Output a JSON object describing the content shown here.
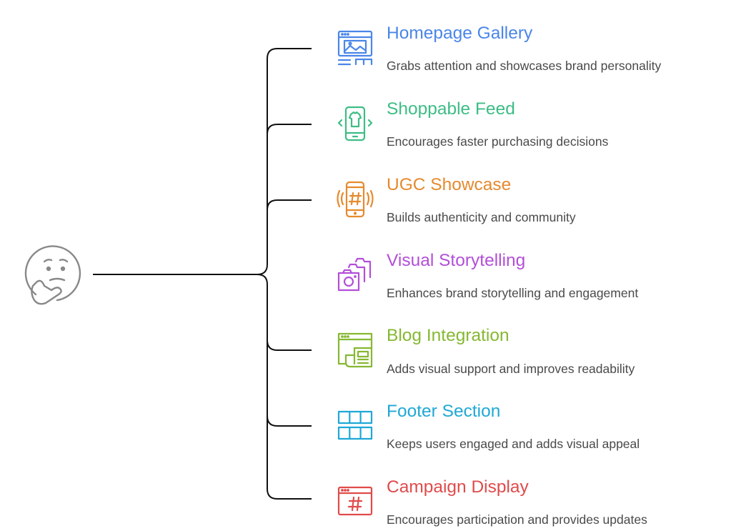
{
  "colors": {
    "blue": "#4a86e8",
    "green": "#3dbd85",
    "orange": "#e58a2e",
    "purple": "#b34fd8",
    "lime": "#86b832",
    "cyan": "#1fa8d6",
    "red": "#e04b4b",
    "lines": "#111111",
    "root_icon": "#888888"
  },
  "root": {
    "icon": "thinking-face-icon"
  },
  "branches": [
    {
      "title": "Homepage Gallery",
      "description": "Grabs attention and showcases brand personality",
      "icon": "website-gallery-icon",
      "color": "#4a86e8"
    },
    {
      "title": "Shoppable Feed",
      "description": "Encourages faster purchasing decisions",
      "icon": "phone-shirt-icon",
      "color": "#3dbd85"
    },
    {
      "title": "UGC Showcase",
      "description": "Builds authenticity and community",
      "icon": "phone-hashtag-icon",
      "color": "#e58a2e"
    },
    {
      "title": "Visual Storytelling",
      "description": "Enhances brand storytelling and engagement",
      "icon": "stacked-photos-icon",
      "color": "#b34fd8"
    },
    {
      "title": "Blog Integration",
      "description": "Adds visual support and improves readability",
      "icon": "browser-article-icon",
      "color": "#86b832"
    },
    {
      "title": "Footer Section",
      "description": "Keeps users engaged and adds visual appeal",
      "icon": "grid-icon",
      "color": "#1fa8d6"
    },
    {
      "title": "Campaign Display",
      "description": "Encourages participation and provides updates",
      "icon": "browser-hashtag-icon",
      "color": "#e04b4b"
    }
  ]
}
